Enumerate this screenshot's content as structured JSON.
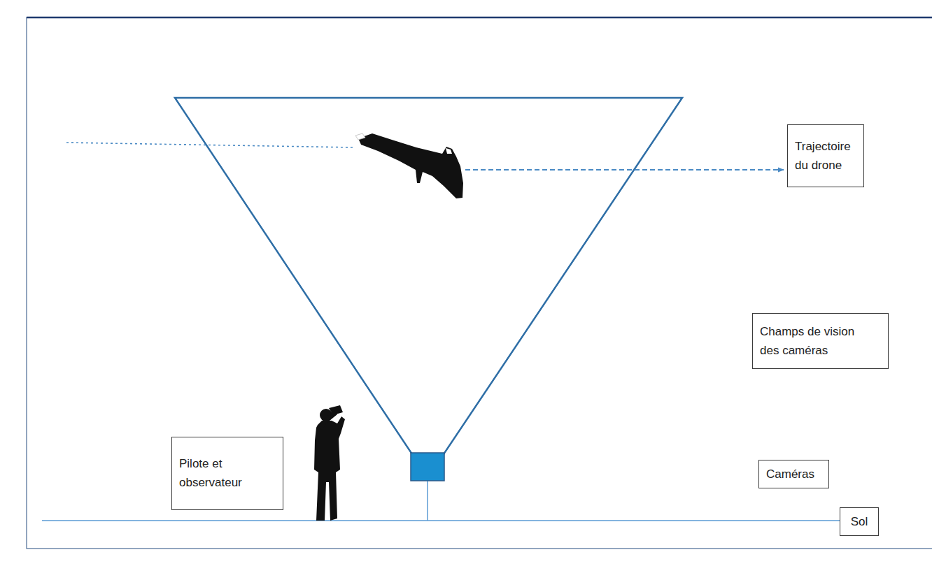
{
  "diagram": {
    "nodes": [
      {
        "text": [
          "Trajectoire du drone"
        ]
      },
      {
        "text": [
          "Champs de vision des caméras"
        ]
      },
      {
        "text": [
          "Pilote et observateur"
        ]
      },
      {
        "text": [
          "Caméras"
        ]
      },
      {
        "text": [
          "Sol"
        ]
      }
    ]
  }
}
